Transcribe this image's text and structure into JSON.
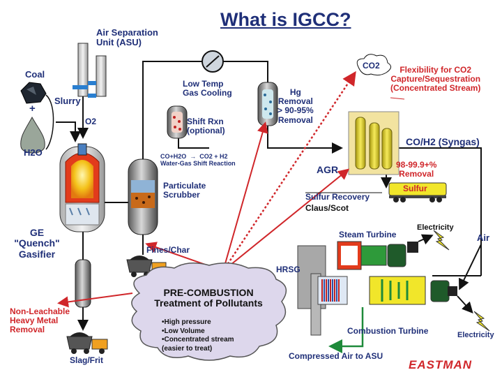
{
  "title": "What is IGCC?",
  "labels": {
    "asu": "Air Separation\nUnit (ASU)",
    "coal": "Coal",
    "plus": "+",
    "h2o": "H2O",
    "slurry": "Slurry",
    "o2": "O2",
    "low_temp": "Low Temp\nGas Cooling",
    "shift": "Shift Rxn\n(optional)",
    "wgs": "CO+H2O  →  CO2 + H2\nWater-Gas Shift Reaction",
    "hg": "Hg\nRemoval\n> 90-95%\nRemoval",
    "co2": "CO2",
    "flex": "Flexibility for CO2\nCapture/Sequestration\n(Concentrated Stream)",
    "syngas": "CO/H2 (Syngas)",
    "agr": "AGR",
    "sulfur_pct": "98-99.9+%\nRemoval",
    "sulfur": "Sulfur",
    "sulfur_recovery": "Sulfur Recovery",
    "claus": "Claus/Scot",
    "particulate": "Particulate\nScrubber",
    "gasifier": "GE\n\"Quench\"\nGasifier",
    "fines": "Fines/Char",
    "steam_turbine": "Steam Turbine",
    "electricity_top": "Electricity",
    "air": "Air",
    "hrsg": "HRSG",
    "precombustion": "PRE-COMBUSTION\nTreatment of Pollutants",
    "bullets": "•High pressure\n•Low Volume\n•Concentrated stream\n(easier to treat)",
    "nonleach": "Non-Leachable\nHeavy Metal\nRemoval",
    "slag": "Slag/Frit",
    "combustion_turbine": "Combustion Turbine",
    "electricity_bottom": "Electricity",
    "compressed_air": "Compressed Air to ASU",
    "logo": "EASTMAN"
  },
  "colors": {
    "navy": "#1f2f78",
    "red": "#d0262a",
    "pipe": "#111111",
    "green_arrow": "#1e8a3a",
    "sulfur_yellow": "#f1e62a",
    "gasifier_red": "#e23b1c"
  }
}
